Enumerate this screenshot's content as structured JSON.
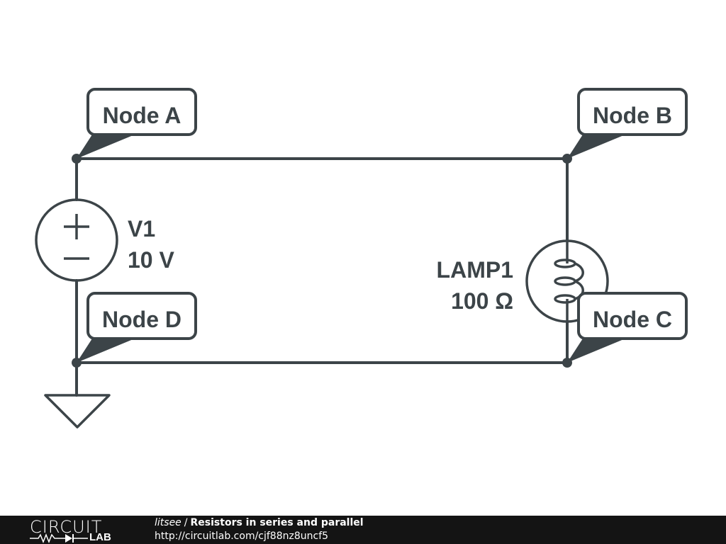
{
  "schematic": {
    "components": {
      "v1": {
        "name": "V1",
        "value": "10 V",
        "type": "voltage-source"
      },
      "lamp1": {
        "name": "LAMP1",
        "value": "100 Ω",
        "type": "lamp"
      },
      "ground": {
        "type": "ground"
      }
    },
    "nodes": [
      {
        "label": "Node A"
      },
      {
        "label": "Node B"
      },
      {
        "label": "Node C"
      },
      {
        "label": "Node D"
      }
    ],
    "colors": {
      "ink": "#3c4448",
      "background": "#ffffff"
    }
  },
  "footer": {
    "logo_top": "CIRCUIT",
    "logo_bottom": "LAB",
    "user": "litsee",
    "separator": "/",
    "title": "Resistors in series and parallel",
    "url": "http://circuitlab.com/cjf88nz8uncf5"
  }
}
